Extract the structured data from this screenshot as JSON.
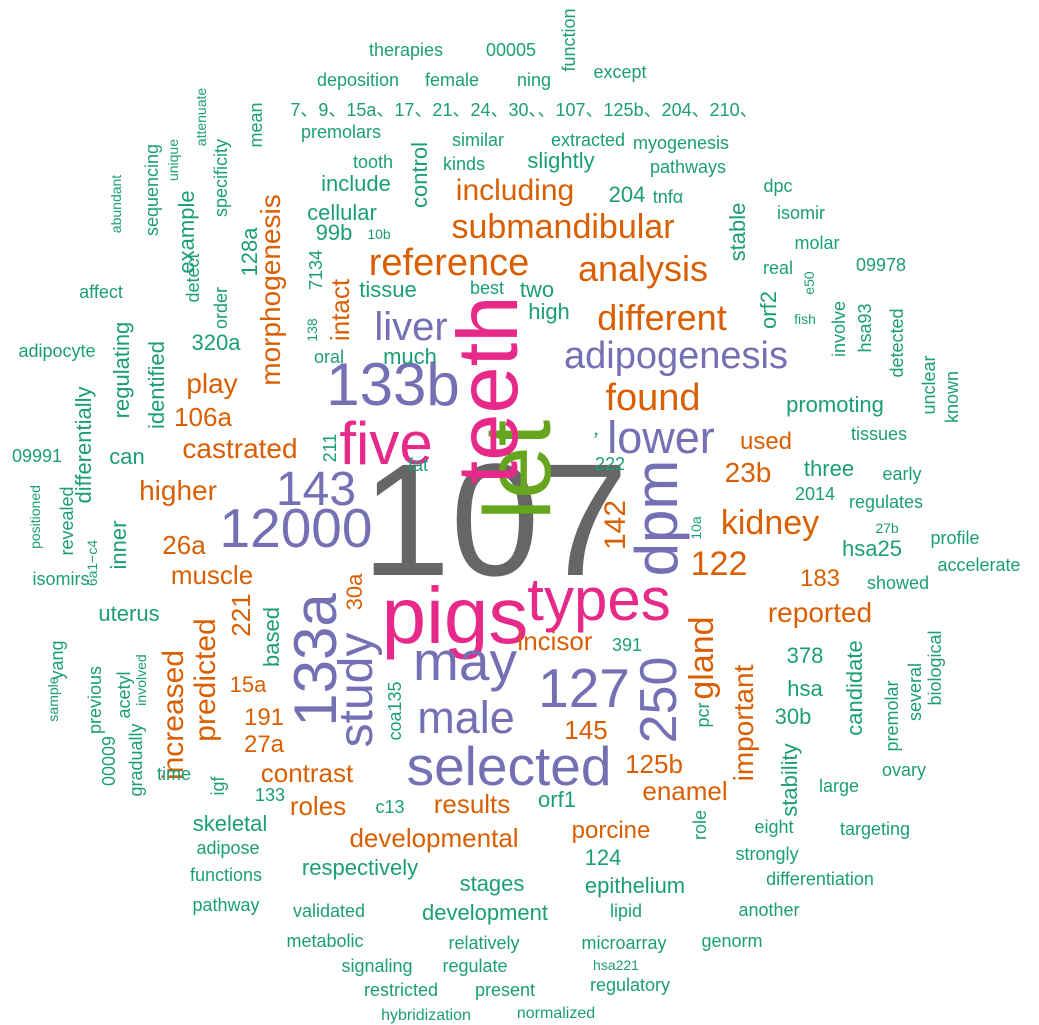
{
  "palette": {
    "grey": "#666666",
    "magenta": "#e7298a",
    "purple": "#7570b3",
    "orange": "#d95f02",
    "teal": "#1b9e77",
    "green": "#66a61e"
  },
  "words": [
    {
      "text": "107",
      "color": "grey"
    },
    {
      "text": "let",
      "color": "green"
    },
    {
      "text": "teeth",
      "color": "magenta"
    },
    {
      "text": "pigs",
      "color": "magenta"
    },
    {
      "text": "types",
      "color": "magenta"
    },
    {
      "text": "five",
      "color": "magenta"
    },
    {
      "text": "133b",
      "color": "purple"
    },
    {
      "text": "12000",
      "color": "purple"
    },
    {
      "text": "133a",
      "color": "purple"
    },
    {
      "text": "143",
      "color": "purple"
    },
    {
      "text": "may",
      "color": "purple"
    },
    {
      "text": "127",
      "color": "purple"
    },
    {
      "text": "selected",
      "color": "purple"
    },
    {
      "text": "dpm",
      "color": "purple"
    },
    {
      "text": "250",
      "color": "purple"
    },
    {
      "text": "male",
      "color": "purple"
    },
    {
      "text": "study",
      "color": "purple"
    },
    {
      "text": "lower",
      "color": "purple"
    },
    {
      "text": "adipogenesis",
      "color": "purple"
    },
    {
      "text": "liver",
      "color": "purple"
    },
    {
      "text": "reference",
      "color": "orange"
    },
    {
      "text": "analysis",
      "color": "orange"
    },
    {
      "text": "different",
      "color": "orange"
    },
    {
      "text": "submandibular",
      "color": "orange"
    },
    {
      "text": "including",
      "color": "orange"
    },
    {
      "text": "found",
      "color": "orange"
    },
    {
      "text": "kidney",
      "color": "orange"
    },
    {
      "text": "gland",
      "color": "orange"
    },
    {
      "text": "122",
      "color": "orange"
    },
    {
      "text": "morphogenesis",
      "color": "orange"
    },
    {
      "text": "castrated",
      "color": "orange"
    },
    {
      "text": "higher",
      "color": "orange"
    },
    {
      "text": "play",
      "color": "orange"
    },
    {
      "text": "intact",
      "color": "orange"
    },
    {
      "text": "23b",
      "color": "orange"
    },
    {
      "text": "142",
      "color": "orange"
    },
    {
      "text": "106a",
      "color": "orange"
    },
    {
      "text": "26a",
      "color": "orange"
    },
    {
      "text": "muscle",
      "color": "orange"
    },
    {
      "text": "increased",
      "color": "orange"
    },
    {
      "text": "predicted",
      "color": "orange"
    },
    {
      "text": "221",
      "color": "orange"
    },
    {
      "text": "30a",
      "color": "orange"
    },
    {
      "text": "incisor",
      "color": "orange"
    },
    {
      "text": "145",
      "color": "orange"
    },
    {
      "text": "125b",
      "color": "orange"
    },
    {
      "text": "important",
      "color": "orange"
    },
    {
      "text": "reported",
      "color": "orange"
    },
    {
      "text": "183",
      "color": "orange"
    },
    {
      "text": "used",
      "color": "orange"
    },
    {
      "text": "191",
      "color": "orange"
    },
    {
      "text": "27a",
      "color": "orange"
    },
    {
      "text": "contrast",
      "color": "orange"
    },
    {
      "text": "roles",
      "color": "orange"
    },
    {
      "text": "results",
      "color": "orange"
    },
    {
      "text": "developmental",
      "color": "orange"
    },
    {
      "text": "porcine",
      "color": "orange"
    },
    {
      "text": "enamel",
      "color": "orange"
    },
    {
      "text": "15a",
      "color": "orange"
    },
    {
      "text": "therapies",
      "color": "teal"
    },
    {
      "text": "00005",
      "color": "teal"
    },
    {
      "text": "function",
      "color": "teal"
    },
    {
      "text": "deposition",
      "color": "teal"
    },
    {
      "text": "female",
      "color": "teal"
    },
    {
      "text": "ning",
      "color": "teal"
    },
    {
      "text": "except",
      "color": "teal"
    },
    {
      "text": "attenuate",
      "color": "teal"
    },
    {
      "text": "7、9、15a、17、21、24、30、、107、125b、204、210、",
      "color": "teal"
    },
    {
      "text": "mean",
      "color": "teal"
    },
    {
      "text": "premolars",
      "color": "teal"
    },
    {
      "text": "similar",
      "color": "teal"
    },
    {
      "text": "extracted",
      "color": "teal"
    },
    {
      "text": "myogenesis",
      "color": "teal"
    },
    {
      "text": "sequencing",
      "color": "teal"
    },
    {
      "text": "unique",
      "color": "teal"
    },
    {
      "text": "specificity",
      "color": "teal"
    },
    {
      "text": "tooth",
      "color": "teal"
    },
    {
      "text": "kinds",
      "color": "teal"
    },
    {
      "text": "control",
      "color": "teal"
    },
    {
      "text": "slightly",
      "color": "teal"
    },
    {
      "text": "pathways",
      "color": "teal"
    },
    {
      "text": "abundant",
      "color": "teal"
    },
    {
      "text": "include",
      "color": "teal"
    },
    {
      "text": "204",
      "color": "teal"
    },
    {
      "text": "tnfα",
      "color": "teal"
    },
    {
      "text": "dpc",
      "color": "teal"
    },
    {
      "text": "stable",
      "color": "teal"
    },
    {
      "text": "cellular",
      "color": "teal"
    },
    {
      "text": "isomir",
      "color": "teal"
    },
    {
      "text": "example",
      "color": "teal"
    },
    {
      "text": "128a",
      "color": "teal"
    },
    {
      "text": "99b",
      "color": "teal"
    },
    {
      "text": "10b",
      "color": "teal"
    },
    {
      "text": "detect",
      "color": "teal"
    },
    {
      "text": "molar",
      "color": "teal"
    },
    {
      "text": "7134",
      "color": "teal"
    },
    {
      "text": "real",
      "color": "teal"
    },
    {
      "text": "09978",
      "color": "teal"
    },
    {
      "text": "tissue",
      "color": "teal"
    },
    {
      "text": "e50",
      "color": "teal"
    },
    {
      "text": "affect",
      "color": "teal"
    },
    {
      "text": "order",
      "color": "teal"
    },
    {
      "text": "best",
      "color": "teal"
    },
    {
      "text": "two",
      "color": "teal"
    },
    {
      "text": "orf2",
      "color": "teal"
    },
    {
      "text": "high",
      "color": "teal"
    },
    {
      "text": "138",
      "color": "teal"
    },
    {
      "text": "fish",
      "color": "teal"
    },
    {
      "text": "involve",
      "color": "teal"
    },
    {
      "text": "hsa93",
      "color": "teal"
    },
    {
      "text": "detected",
      "color": "teal"
    },
    {
      "text": "320a",
      "color": "teal"
    },
    {
      "text": "oral",
      "color": "teal"
    },
    {
      "text": "much",
      "color": "teal"
    },
    {
      "text": "adipocyte",
      "color": "teal"
    },
    {
      "text": "regulating",
      "color": "teal"
    },
    {
      "text": "identified",
      "color": "teal"
    },
    {
      "text": "promoting",
      "color": "teal"
    },
    {
      "text": "unclear",
      "color": "teal"
    },
    {
      "text": "known",
      "color": "teal"
    },
    {
      "text": "，",
      "color": "teal"
    },
    {
      "text": "tissues",
      "color": "teal"
    },
    {
      "text": "differentially",
      "color": "teal"
    },
    {
      "text": "09991",
      "color": "teal"
    },
    {
      "text": "can",
      "color": "teal"
    },
    {
      "text": "211",
      "color": "teal"
    },
    {
      "text": "222",
      "color": "teal"
    },
    {
      "text": "fat",
      "color": "teal"
    },
    {
      "text": "three",
      "color": "teal"
    },
    {
      "text": "early",
      "color": "teal"
    },
    {
      "text": "2014",
      "color": "teal"
    },
    {
      "text": "regulates",
      "color": "teal"
    },
    {
      "text": "positioned",
      "color": "teal"
    },
    {
      "text": "revealed",
      "color": "teal"
    },
    {
      "text": "10a",
      "color": "teal"
    },
    {
      "text": "27b",
      "color": "teal"
    },
    {
      "text": "profile",
      "color": "teal"
    },
    {
      "text": "inner",
      "color": "teal"
    },
    {
      "text": "hsa25",
      "color": "teal"
    },
    {
      "text": "accelerate",
      "color": "teal"
    },
    {
      "text": "6a1−c4",
      "color": "teal"
    },
    {
      "text": "isomirs",
      "color": "teal"
    },
    {
      "text": "showed",
      "color": "teal"
    },
    {
      "text": "uterus",
      "color": "teal"
    },
    {
      "text": "based",
      "color": "teal"
    },
    {
      "text": "candidate",
      "color": "teal"
    },
    {
      "text": "sample",
      "color": "teal"
    },
    {
      "text": "yang",
      "color": "teal"
    },
    {
      "text": "previous",
      "color": "teal"
    },
    {
      "text": "acetyl",
      "color": "teal"
    },
    {
      "text": "involved",
      "color": "teal"
    },
    {
      "text": "coa135",
      "color": "teal"
    },
    {
      "text": "391",
      "color": "teal"
    },
    {
      "text": "378",
      "color": "teal"
    },
    {
      "text": "several",
      "color": "teal"
    },
    {
      "text": "biological",
      "color": "teal"
    },
    {
      "text": "hsa",
      "color": "teal"
    },
    {
      "text": "pcr",
      "color": "teal"
    },
    {
      "text": "30b",
      "color": "teal"
    },
    {
      "text": "premolar",
      "color": "teal"
    },
    {
      "text": "00009",
      "color": "teal"
    },
    {
      "text": "gradually",
      "color": "teal"
    },
    {
      "text": "time",
      "color": "teal"
    },
    {
      "text": "igf",
      "color": "teal"
    },
    {
      "text": "stability",
      "color": "teal"
    },
    {
      "text": "ovary",
      "color": "teal"
    },
    {
      "text": "large",
      "color": "teal"
    },
    {
      "text": "133",
      "color": "teal"
    },
    {
      "text": "orf1",
      "color": "teal"
    },
    {
      "text": "c13",
      "color": "teal"
    },
    {
      "text": "role",
      "color": "teal"
    },
    {
      "text": "skeletal",
      "color": "teal"
    },
    {
      "text": "eight",
      "color": "teal"
    },
    {
      "text": "targeting",
      "color": "teal"
    },
    {
      "text": "adipose",
      "color": "teal"
    },
    {
      "text": "strongly",
      "color": "teal"
    },
    {
      "text": "124",
      "color": "teal"
    },
    {
      "text": "respectively",
      "color": "teal"
    },
    {
      "text": "functions",
      "color": "teal"
    },
    {
      "text": "differentiation",
      "color": "teal"
    },
    {
      "text": "stages",
      "color": "teal"
    },
    {
      "text": "epithelium",
      "color": "teal"
    },
    {
      "text": "pathway",
      "color": "teal"
    },
    {
      "text": "validated",
      "color": "teal"
    },
    {
      "text": "development",
      "color": "teal"
    },
    {
      "text": "lipid",
      "color": "teal"
    },
    {
      "text": "another",
      "color": "teal"
    },
    {
      "text": "metabolic",
      "color": "teal"
    },
    {
      "text": "relatively",
      "color": "teal"
    },
    {
      "text": "microarray",
      "color": "teal"
    },
    {
      "text": "genorm",
      "color": "teal"
    },
    {
      "text": "signaling",
      "color": "teal"
    },
    {
      "text": "regulate",
      "color": "teal"
    },
    {
      "text": "hsa221",
      "color": "teal"
    },
    {
      "text": "regulatory",
      "color": "teal"
    },
    {
      "text": "restricted",
      "color": "teal"
    },
    {
      "text": "present",
      "color": "teal"
    },
    {
      "text": "hybridization",
      "color": "teal"
    },
    {
      "text": "normalized",
      "color": "teal"
    }
  ]
}
